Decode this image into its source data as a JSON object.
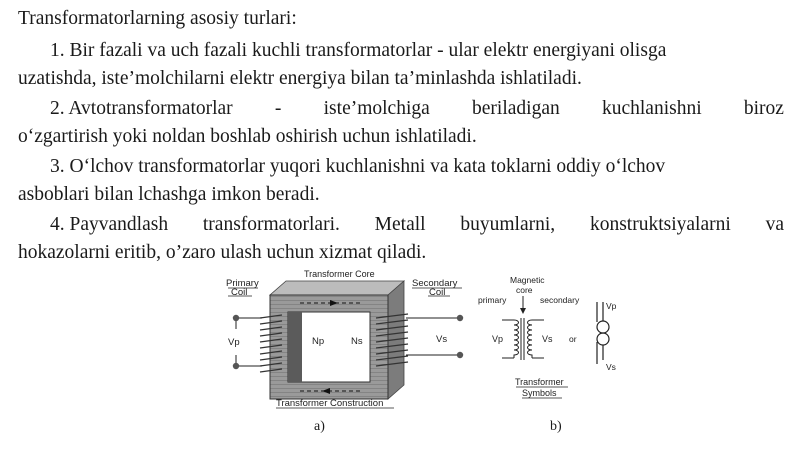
{
  "heading": "Transformatorlarning asosiy turlari:",
  "items": [
    {
      "line1_words": [
        "1. Bir fazali va uch fazali kuchli transformatorlar - ular elektr energiyani olisga"
      ],
      "line2": "uzatishda, iste’molchilarni elektr energiya bilan ta’minlashda ishlatiladi."
    },
    {
      "line1_words": [
        "2. Avtotransformatorlar",
        "-",
        "iste’molchiga",
        "beriladigan",
        "kuchlanishni",
        "biroz"
      ],
      "line2": "o‘zgartirish yoki noldan boshlab oshirish uchun ishlatiladi."
    },
    {
      "line1_words": [
        "3. O‘lchov transformatorlar yuqori kuchlanishni va kata toklarni oddiy o‘lchov"
      ],
      "line2": "asboblari bilan lchashga imkon beradi."
    },
    {
      "line1_words": [
        "4. Payvandlash",
        "transformatorlari.",
        "Metall",
        "buyumlarni,",
        "konstruktsiyalarni",
        "va"
      ],
      "line2": "hokazolarni eritib, o’zaro ulash uchun xizmat qiladi."
    }
  ],
  "figure_a": {
    "primary_coil": [
      "Primary",
      "Coil"
    ],
    "core_label": "Transformer Core",
    "secondary_coil": [
      "Secondary",
      "Coil"
    ],
    "vp": "Vp",
    "np": "Np",
    "ns": "Ns",
    "vs": "Vs",
    "construction": "Transformer Construction",
    "caption": "a)"
  },
  "figure_b": {
    "magnetic_core": [
      "Magnetic",
      "core"
    ],
    "primary": "primary",
    "secondary": "secondary",
    "vp": "Vp",
    "vs": "Vs",
    "or": "or",
    "vp_right": "Vp",
    "vs_right": "Vs",
    "symbols": [
      "Transformer",
      "Symbols"
    ],
    "caption": "b)"
  }
}
